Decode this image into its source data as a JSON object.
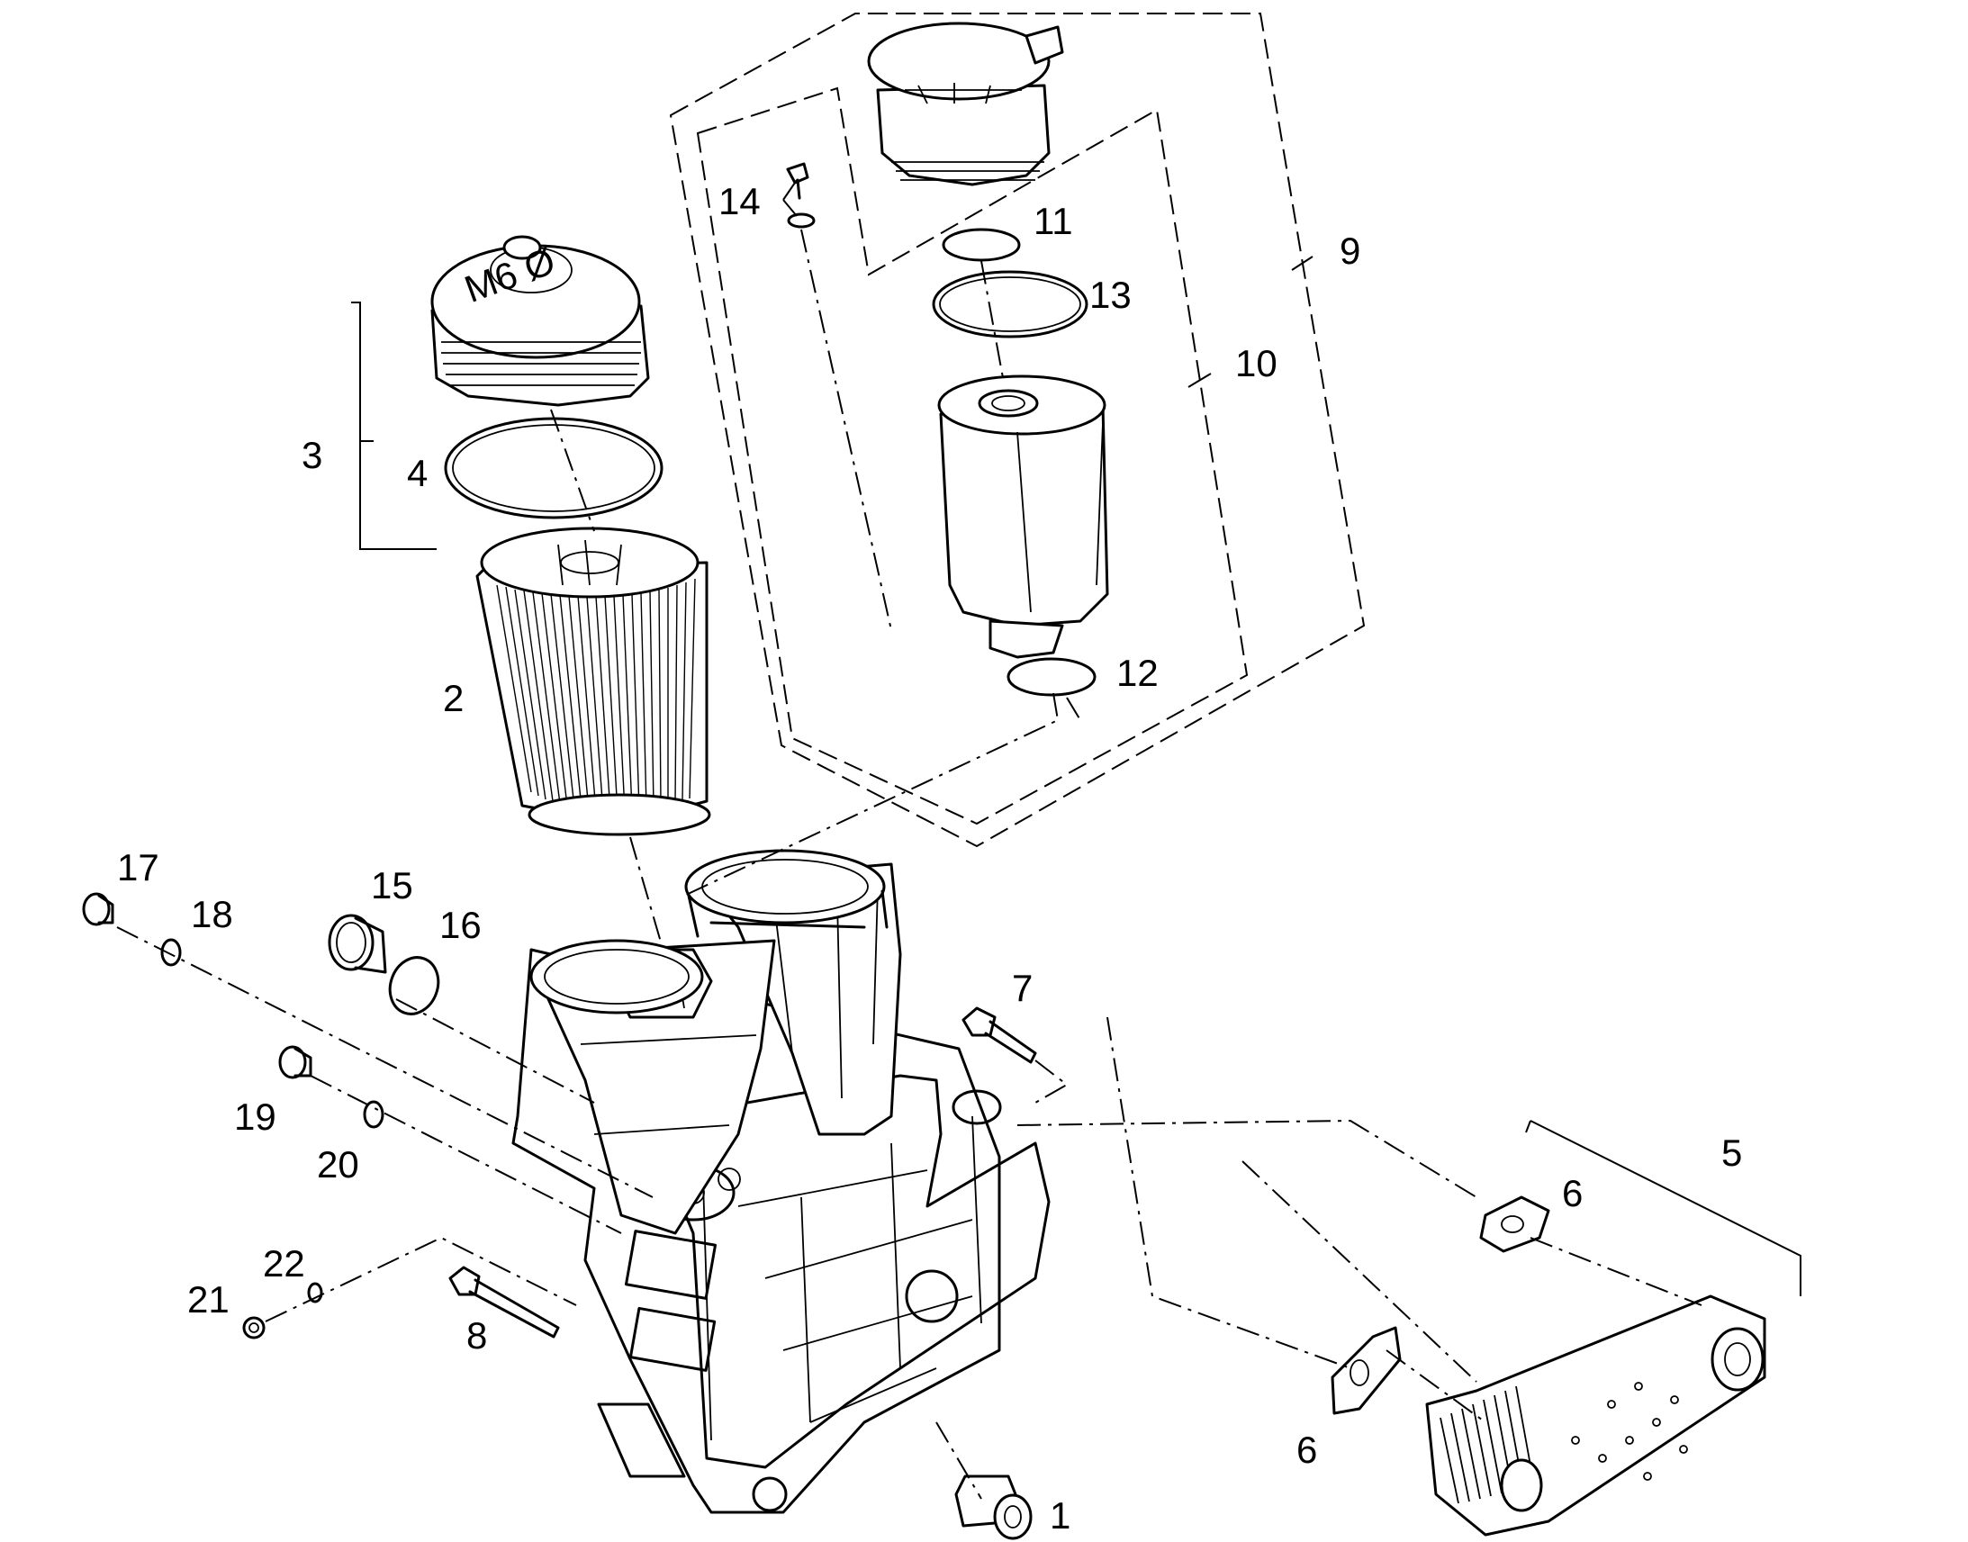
{
  "diagram": {
    "callouts": [
      {
        "id": "c1",
        "text": "1"
      },
      {
        "id": "c2",
        "text": "2"
      },
      {
        "id": "c3",
        "text": "3"
      },
      {
        "id": "c4",
        "text": "4"
      },
      {
        "id": "c5",
        "text": "5"
      },
      {
        "id": "c6a",
        "text": "6"
      },
      {
        "id": "c6b",
        "text": "6"
      },
      {
        "id": "c7",
        "text": "7"
      },
      {
        "id": "c8",
        "text": "8"
      },
      {
        "id": "c9",
        "text": "9"
      },
      {
        "id": "c10",
        "text": "10"
      },
      {
        "id": "c11",
        "text": "11"
      },
      {
        "id": "c12",
        "text": "12"
      },
      {
        "id": "c13",
        "text": "13"
      },
      {
        "id": "c14",
        "text": "14"
      },
      {
        "id": "c15",
        "text": "15"
      },
      {
        "id": "c16",
        "text": "16"
      },
      {
        "id": "c17",
        "text": "17"
      },
      {
        "id": "c18",
        "text": "18"
      },
      {
        "id": "c19",
        "text": "19"
      },
      {
        "id": "c20",
        "text": "20"
      },
      {
        "id": "c21",
        "text": "21"
      },
      {
        "id": "c22",
        "text": "22"
      }
    ]
  }
}
